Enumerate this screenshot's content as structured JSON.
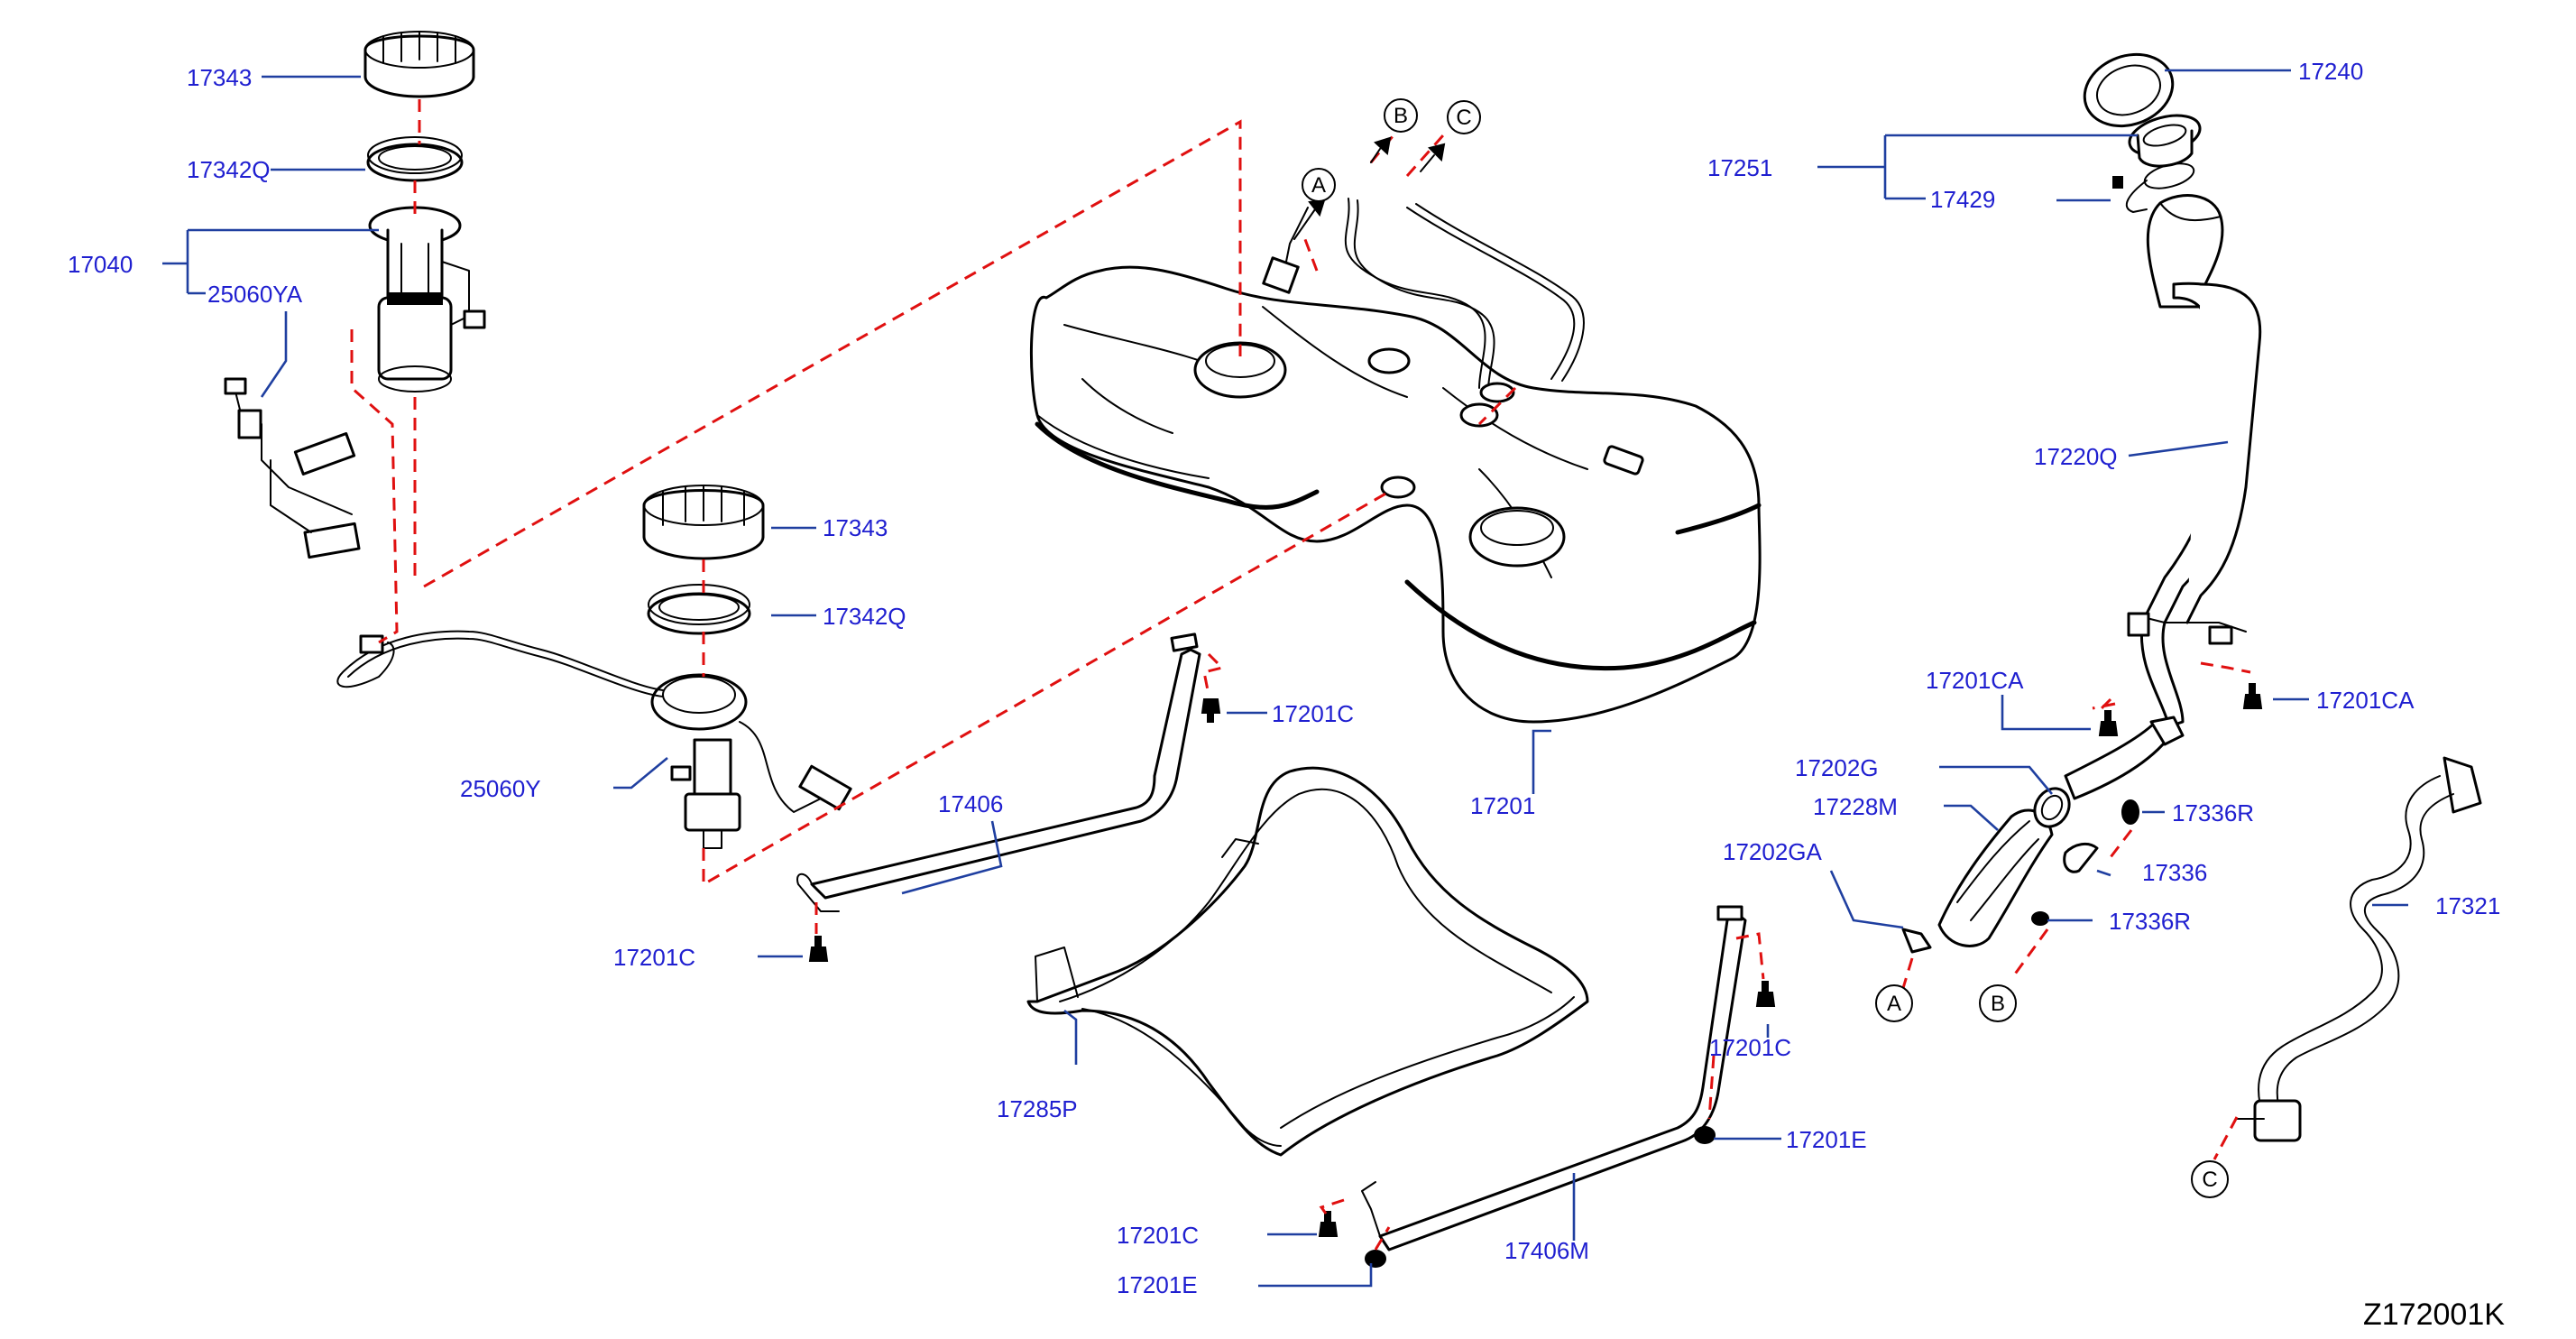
{
  "diagram_code": "Z172001K",
  "labels": {
    "l17343_top": "17343",
    "l17342q_top": "17342Q",
    "l17040": "17040",
    "l25060ya": "25060YA",
    "l17343_mid": "17343",
    "l17342q_mid": "17342Q",
    "l25060y": "25060Y",
    "l17406": "17406",
    "l17201c_a": "17201C",
    "l17201c_b": "17201C",
    "l17201": "17201",
    "l17285p": "17285P",
    "l17201c_c": "17201C",
    "l17201e_a": "17201E",
    "l17201c_d": "17201C",
    "l17201e_b": "17201E",
    "l17406m": "17406M",
    "l17240": "17240",
    "l17251": "17251",
    "l17429": "17429",
    "l17220q": "17220Q",
    "l17201ca_a": "17201CA",
    "l17201ca_b": "17201CA",
    "l17202g": "17202G",
    "l17228m": "17228M",
    "l17336r_a": "17336R",
    "l17202ga": "17202GA",
    "l17336": "17336",
    "l17336r_b": "17336R",
    "l17321": "17321"
  },
  "refs": {
    "a_top": "A",
    "b_top": "B",
    "c_top": "C",
    "a_bottom": "A",
    "b_bottom": "B",
    "c_bottom": "C"
  }
}
